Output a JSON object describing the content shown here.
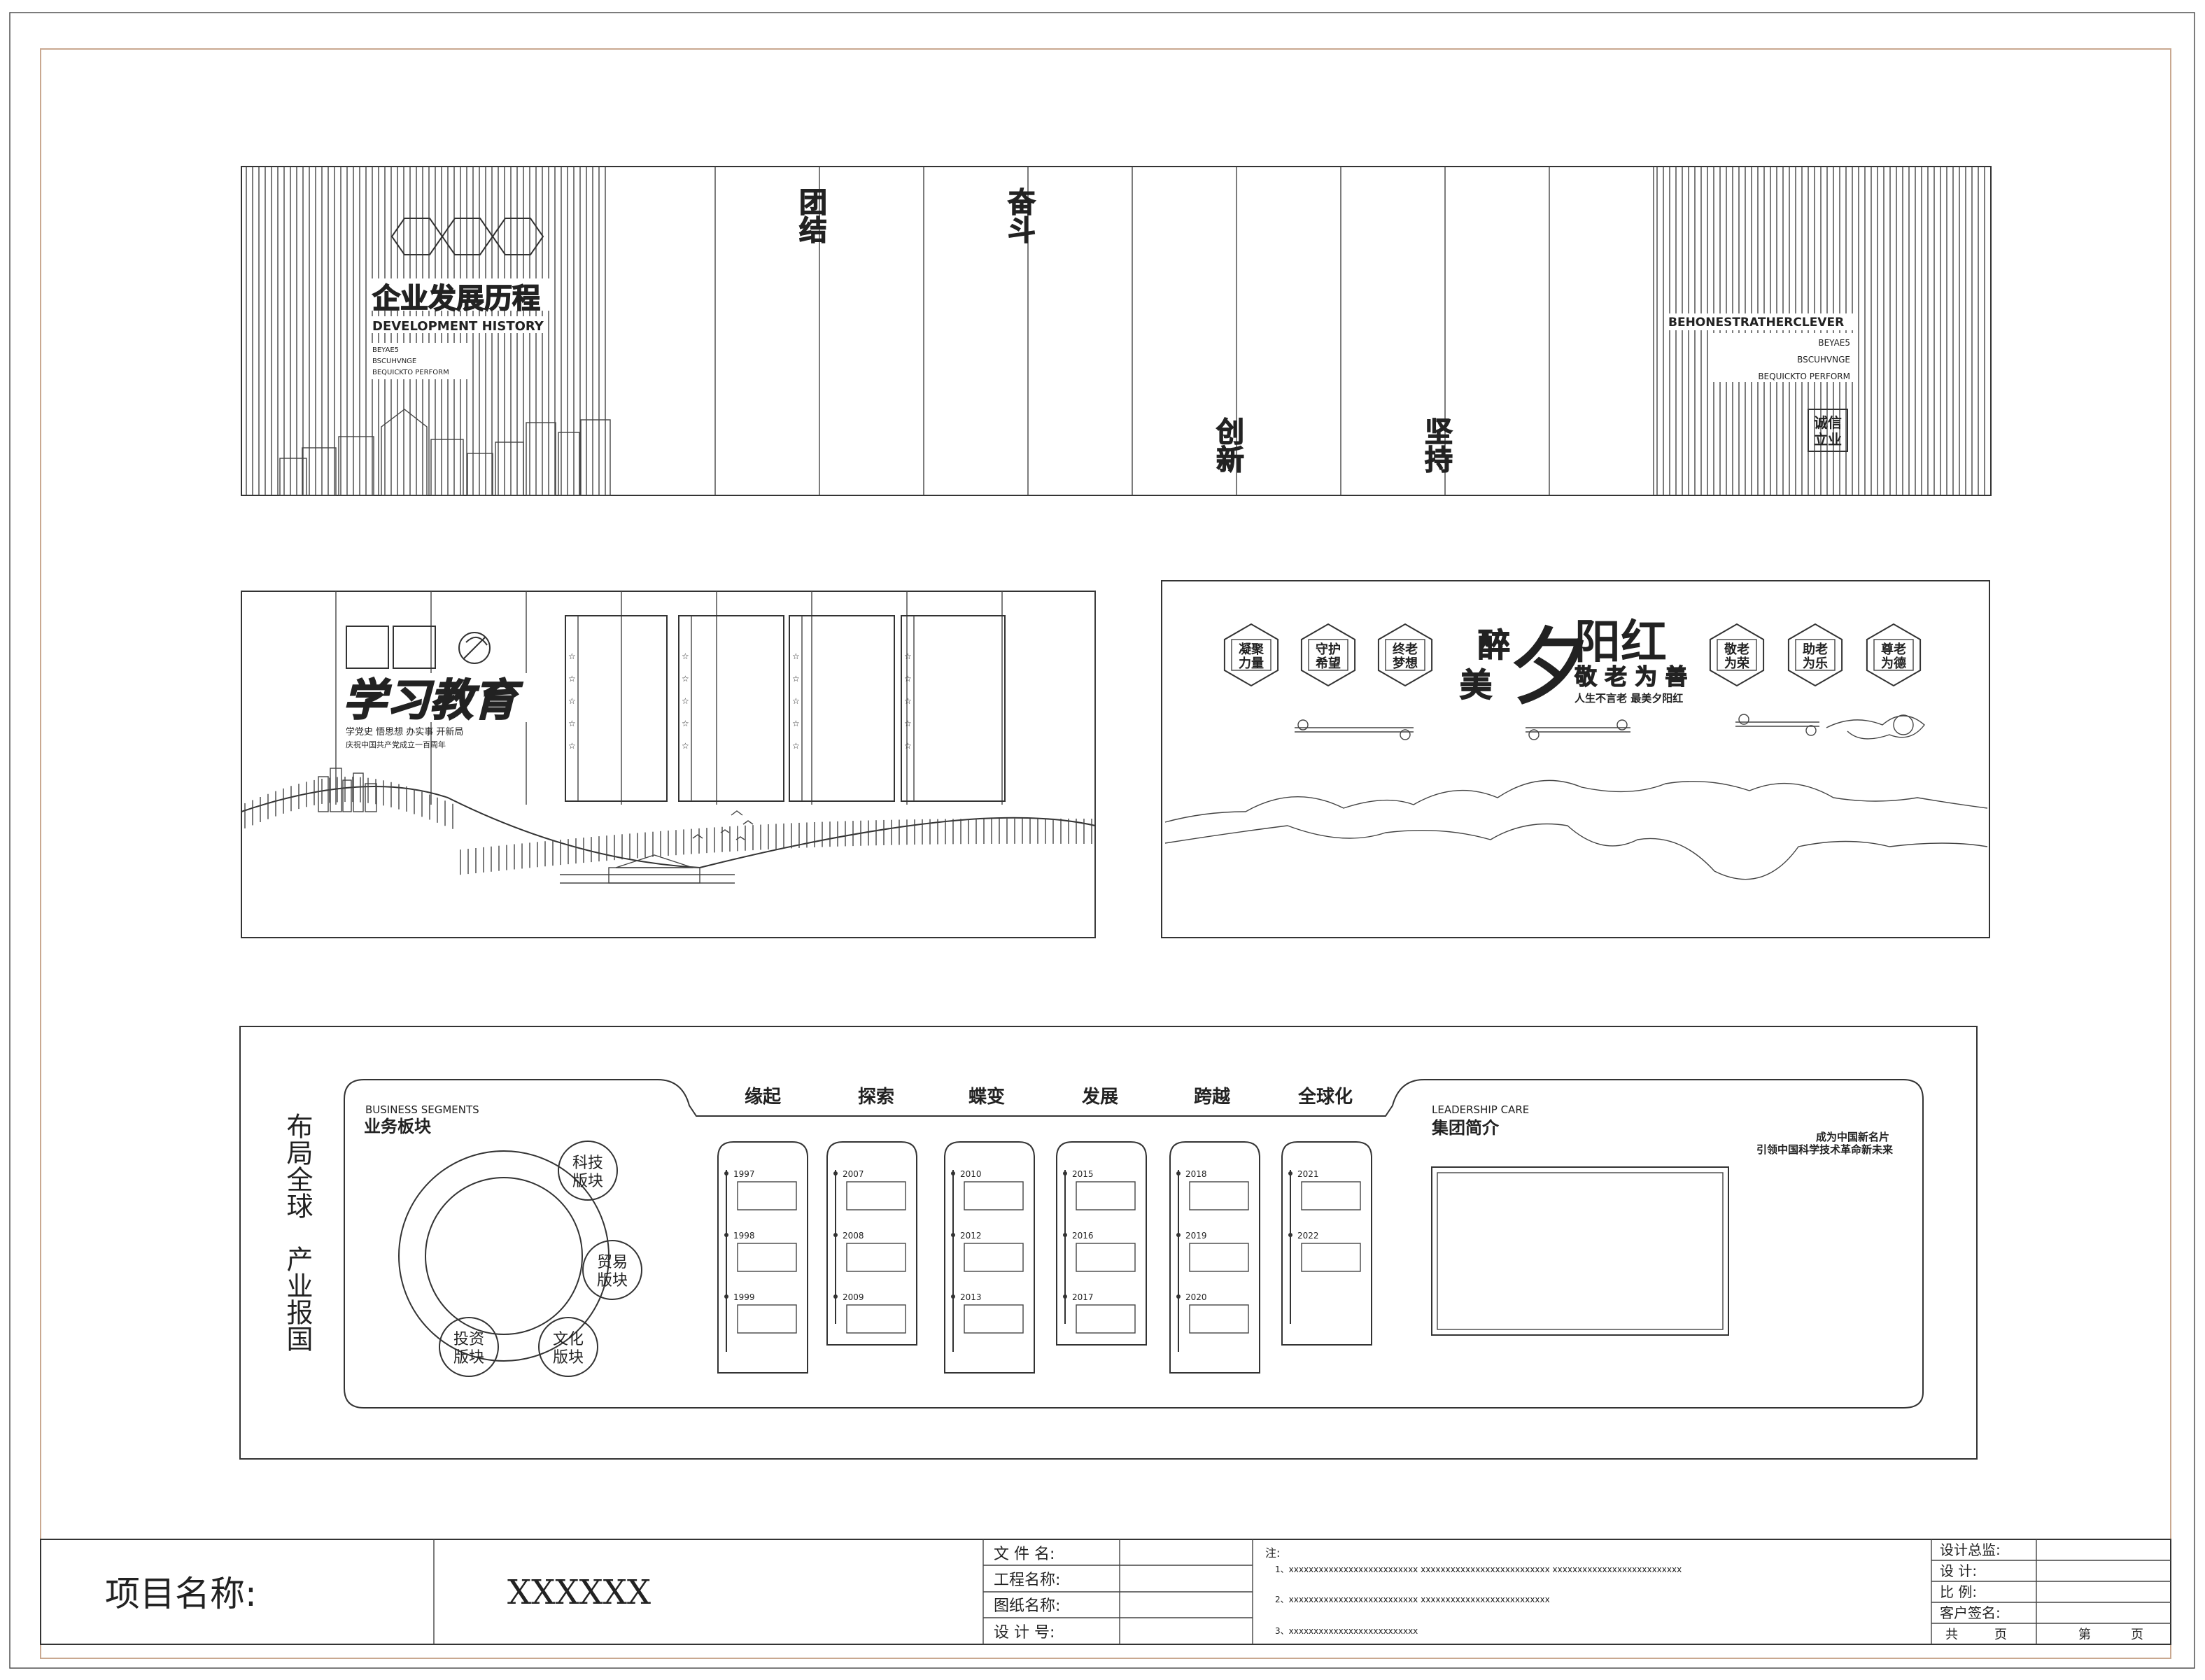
{
  "colors": {
    "border": "#c9a890",
    "line": "#333333",
    "background": "#ffffff"
  },
  "panel1": {
    "title_cn": "企业发展历程",
    "title_en": "DEVELOPMENT HISTORY",
    "sub_lines": [
      "BEYAE5",
      "BSCUHVNGE",
      "BEQUICKTO PERFORM"
    ],
    "right_title": "BEHONESTRATHERCLEVER",
    "right_lines": [
      "BEYAE5",
      "BSCUHVNGE",
      "BEQUICKTO PERFORM"
    ],
    "stamp": [
      "诚信",
      "立业"
    ],
    "words": [
      {
        "text": "团结",
        "pos": "top"
      },
      {
        "text": "奋斗",
        "pos": "top"
      },
      {
        "text": "创新",
        "pos": "bottom"
      },
      {
        "text": "坚持",
        "pos": "bottom"
      }
    ]
  },
  "panel2": {
    "title": "学习教育",
    "line1": "学党史 悟思想 办实事 开新局",
    "line2": "庆祝中国共产党成立一百周年"
  },
  "panel3": {
    "hex_left": [
      [
        "凝聚",
        "力量"
      ],
      [
        "守护",
        "希望"
      ],
      [
        "终老",
        "梦想"
      ]
    ],
    "big_left": [
      "醉",
      "美"
    ],
    "big_mid": "夕",
    "big_right": "阳红",
    "sub_title": "敬 老 为 善",
    "slogan": "人生不言老  最美夕阳红",
    "hex_right": [
      [
        "敬老",
        "为荣"
      ],
      [
        "助老",
        "为乐"
      ],
      [
        "尊老",
        "为德"
      ]
    ]
  },
  "panel4": {
    "vertical_left": "布局全球",
    "vertical_right": "产业报国",
    "business_en": "BUSINESS SEGMENTS",
    "business_cn": "业务板块",
    "bubbles": [
      [
        "科技",
        "版块"
      ],
      [
        "贸易",
        "版块"
      ],
      [
        "文化",
        "版块"
      ],
      [
        "投资",
        "版块"
      ]
    ],
    "tabs": [
      "缘起",
      "探索",
      "蝶变",
      "发展",
      "跨越",
      "全球化"
    ],
    "years": [
      [
        "1997",
        "1998",
        "1999"
      ],
      [
        "2007",
        "2008",
        "2009"
      ],
      [
        "2010",
        "2012",
        "2013"
      ],
      [
        "2015",
        "2016",
        "2017"
      ],
      [
        "2018",
        "2019",
        "2020"
      ],
      [
        "2021",
        "2022"
      ]
    ],
    "leader_en": "LEADERSHIP CARE",
    "leader_cn": "集团简介",
    "slogan1": "成为中国新名片",
    "slogan2": "引领中国科学技术革命新未来"
  },
  "titleblock": {
    "project_label": "项目名称:",
    "project_value": "XXXXXX",
    "fields": [
      "文 件 名:",
      "工程名称:",
      "图纸名称:",
      "设 计 号:"
    ],
    "note_label": "注:",
    "notes": [
      "1、xxxxxxxxxxxxxxxxxxxxxxxxxx    xxxxxxxxxxxxxxxxxxxxxxxxxx    xxxxxxxxxxxxxxxxxxxxxxxxxx",
      "2、xxxxxxxxxxxxxxxxxxxxxxxxxx    xxxxxxxxxxxxxxxxxxxxxxxxxx",
      "3、xxxxxxxxxxxxxxxxxxxxxxxxxx"
    ],
    "right_fields": [
      "设计总监:",
      "设    计:",
      "比    例:",
      "客户签名:"
    ],
    "total_label": "共",
    "page_label": "页",
    "sheet_label": "第",
    "sheet_page": "页"
  }
}
